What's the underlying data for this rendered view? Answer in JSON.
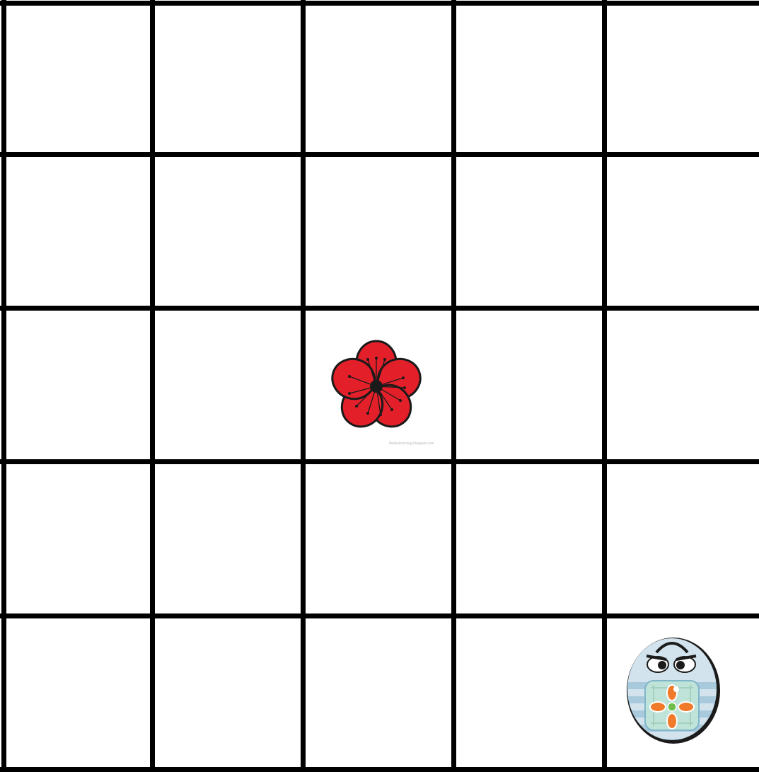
{
  "game": {
    "type": "grid-board",
    "rows": 5,
    "columns": 5,
    "pieces": [
      {
        "name": "flower-target",
        "icon": "red-flower-icon",
        "row": 3,
        "column": 3,
        "color": "#e3202a"
      },
      {
        "name": "robot",
        "icon": "bee-bot-robot-icon",
        "row": 5,
        "column": 5,
        "color": "#cfe0ec"
      }
    ],
    "flower_watermark": "thefastecholog.blogspot.com"
  },
  "colors": {
    "grid_lines": "#000000",
    "cell_background": "#ffffff",
    "flower_petal": "#e3202a",
    "robot_body": "#d2e3ee",
    "robot_stripes": "#a9c9dd",
    "robot_buttons": "#f07a2a"
  }
}
